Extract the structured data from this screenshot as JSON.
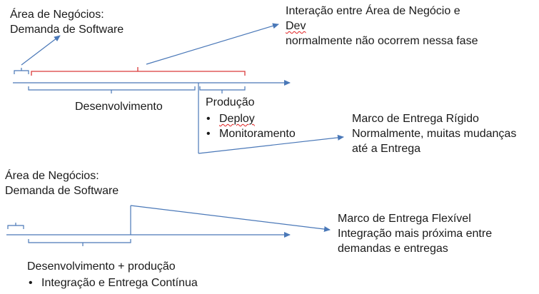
{
  "colors": {
    "arrow": "#4a78b8",
    "bracket": "#4a78b8",
    "bracket_red": "#d93a3a",
    "text": "#1a1a1a",
    "spellcheck": "#e02020"
  },
  "top": {
    "business_label": [
      "Área de Negócios:",
      "Demanda de Software"
    ],
    "interaction_label": [
      "Interação entre Área de Negócio e",
      "Dev normalmente não ocorrem nessa fase"
    ],
    "development_label": "Desenvolvimento",
    "production_title": "Produção",
    "production_items": [
      "Deploy",
      "Monitoramento"
    ],
    "milestone_label": [
      "Marco de Entrega Rígido",
      "Normalmente, muitas mudanças",
      "até a Entrega"
    ]
  },
  "bottom": {
    "business_label": [
      "Área de Negócios:",
      "Demanda de Software"
    ],
    "milestone_label": [
      "Marco de Entrega Flexível",
      "Integração mais próxima entre",
      "demandas e entregas"
    ],
    "dev_prod_label": "Desenvolvimento + produção",
    "dev_prod_items": [
      "Integração e Entrega Contínua"
    ]
  }
}
